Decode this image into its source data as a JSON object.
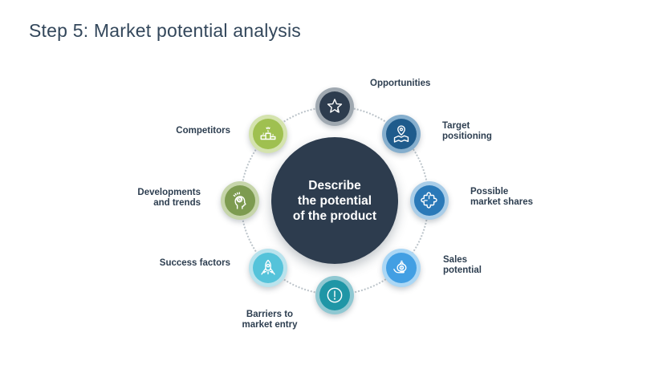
{
  "slide": {
    "title": "Step 5: Market potential analysis",
    "hub": {
      "text": "Describe\nthe potential\nof the product"
    },
    "items": [
      {
        "id": "opportunities",
        "label": "Opportunities",
        "icon": "star-icon",
        "ring_color": "#9fa8b0",
        "fill_color": "#2d3c4e"
      },
      {
        "id": "target-positioning",
        "label": "Target\npositioning",
        "icon": "map-pin-icon",
        "ring_color": "#85aecd",
        "fill_color": "#1e5b8c"
      },
      {
        "id": "possible-market-shares",
        "label": "Possible\nmarket shares",
        "icon": "puzzle-icon",
        "ring_color": "#a9cde8",
        "fill_color": "#2a79b8"
      },
      {
        "id": "sales-potential",
        "label": "Sales\npotential",
        "icon": "hand-purse-icon",
        "ring_color": "#abd7f5",
        "fill_color": "#429fe3"
      },
      {
        "id": "barriers-to-market-entry",
        "label": "Barriers to\nmarket entry",
        "icon": "exclamation-icon",
        "ring_color": "#8fc8d2",
        "fill_color": "#1f96a6"
      },
      {
        "id": "success-factors",
        "label": "Success factors",
        "icon": "rocket-icon",
        "ring_color": "#b9e3ed",
        "fill_color": "#55c3da"
      },
      {
        "id": "developments-and-trends",
        "label": "Developments\nand trends",
        "icon": "head-idea-icon",
        "ring_color": "#c6d5aa",
        "fill_color": "#7d9b50"
      },
      {
        "id": "competitors",
        "label": "Competitors",
        "icon": "podium-icon",
        "ring_color": "#d4e3ae",
        "fill_color": "#9fc050"
      }
    ],
    "colors": {
      "title_text": "#33475b",
      "label_text": "#2d3e50",
      "hub_fill": "#2d3c4e",
      "hub_text": "#ffffff",
      "ring_dotted": "#bcc4ca",
      "background": "#ffffff"
    }
  }
}
